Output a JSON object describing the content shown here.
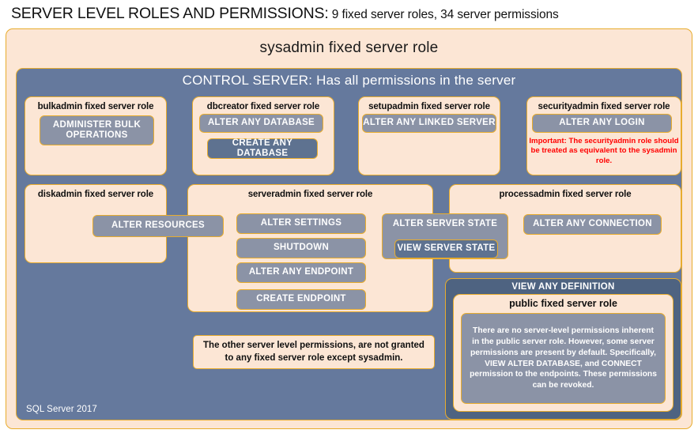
{
  "title": {
    "main": "SERVER LEVEL ROLES AND PERMISSIONS:",
    "sub": " 9 fixed server roles, 34 server permissions"
  },
  "colors": {
    "peach_fill": "#fce6d5",
    "gold_border": "#e8ac2d",
    "steel_blue": "#65799d",
    "permission_fill": "#8b93a6",
    "permission_fill_dark": "#5e7290",
    "dark_slate": "#4e6381",
    "warning_red": "#ff0000",
    "text_dark": "#101010",
    "text_light": "#ffffff"
  },
  "sysadmin": {
    "label": "sysadmin fixed server role"
  },
  "control_server": {
    "label": "CONTROL SERVER: Has all permissions in the server"
  },
  "roles": {
    "bulkadmin": {
      "label": "bulkadmin  fixed server role",
      "permissions": [
        "ADMINISTER  BULK OPERATIONS"
      ]
    },
    "dbcreator": {
      "label": "dbcreator fixed server role",
      "permissions": [
        "ALTER ANY DATABASE",
        "CREATE  ANY DATABASE"
      ]
    },
    "setupadmin": {
      "label": "setupadmin fixed server role",
      "permissions": [
        "ALTER ANY LINKED SERVER"
      ]
    },
    "securityadmin": {
      "label": "securityadmin  fixed server role",
      "permissions": [
        "ALTER ANY LOGIN"
      ],
      "note": "Important:  The securityadmin role should  be treated as equivalent to the sysadmin role."
    },
    "diskadmin": {
      "label": "diskadmin  fixed server role",
      "permissions": [
        "ALTER RESOURCES"
      ]
    },
    "serveradmin": {
      "label": "serveradmin fixed server role",
      "permissions": [
        "ALTER SETTINGS",
        "SHUTDOWN",
        "ALTER ANY ENDPOINT",
        "CREATE  ENDPOINT"
      ],
      "shared_permissions": [
        "ALTER SERVER  STATE",
        "VIEW SERVER  STATE"
      ]
    },
    "processadmin": {
      "label": "processadmin  fixed server role",
      "permissions": [
        "ALTER ANY CONNECTION"
      ]
    },
    "public": {
      "outer_permission": "VIEW ANY DEFINITION",
      "label": "public  fixed server role",
      "note": "There are no server-level permissions inherent in the public server role. However, some server permissions are present by default. Specifically, VIEW ALTER DATABASE, and CONNECT permission to the endpoints. These permissions can be revoked."
    }
  },
  "notes": {
    "other_permissions": "The other server level permissions,  are not granted to any fixed server role except sysadmin."
  },
  "footer": {
    "label": "SQL Server 2017"
  }
}
